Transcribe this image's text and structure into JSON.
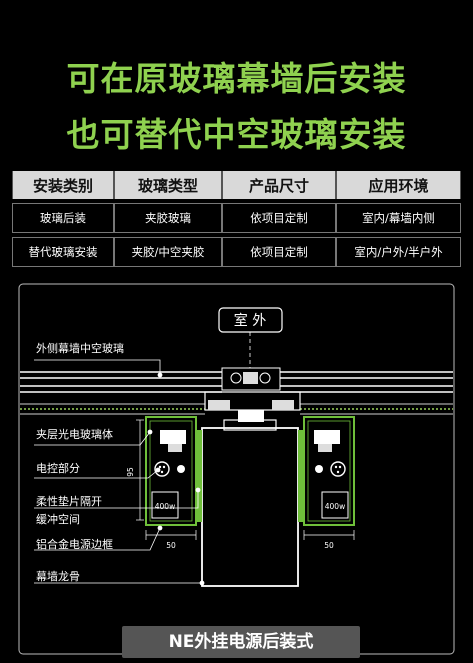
{
  "headline": {
    "line1": "可在原玻璃幕墙后安装",
    "line2": "也可替代中空玻璃安装",
    "color": "#8fd14f"
  },
  "table": {
    "headers": [
      "安装类别",
      "玻璃类型",
      "产品尺寸",
      "应用环境"
    ],
    "rows": [
      [
        "玻璃后装",
        "夹胶玻璃",
        "依项目定制",
        "室内/幕墙内侧"
      ],
      [
        "替代玻璃安装",
        "夹胶/中空夹胶",
        "依项目定制",
        "室内/户外/半户外"
      ]
    ]
  },
  "diagram": {
    "outside_label": "室 外",
    "callouts": [
      "外侧幕墙中空玻璃",
      "夹层光电玻璃体",
      "电控部分",
      "柔性垫片隔开",
      "缓冲空间",
      "铝合金电源边框",
      "幕墙龙骨"
    ],
    "dimensions": {
      "vertical": "95",
      "left_width": "50",
      "right_width": "50",
      "power_left": "400w",
      "power_right": "400w"
    },
    "accent_color": "#6fbf3a",
    "frame_color": "#ffffff"
  },
  "caption": "NE外挂电源后装式"
}
